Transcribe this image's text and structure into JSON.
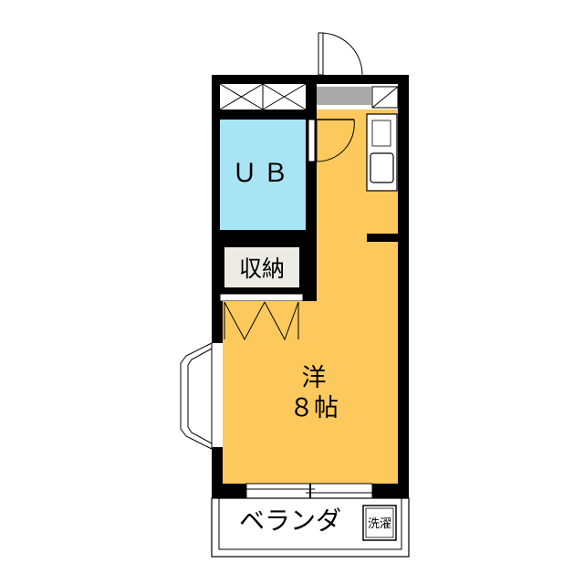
{
  "rooms": {
    "bath": {
      "label": "ＵＢ",
      "fill": "#a8e4f4"
    },
    "storage": {
      "label": "収納",
      "fill": "#ecebe4"
    },
    "main": {
      "label_line1": "洋",
      "label_line2": "８帖",
      "fill": "#fdc95d"
    }
  },
  "balcony": {
    "label": "ベランダ"
  },
  "laundry": {
    "label": "洗濯"
  },
  "colors": {
    "wall": "#000000",
    "fixture_gray": "#a9a9a9",
    "background": "#ffffff"
  }
}
